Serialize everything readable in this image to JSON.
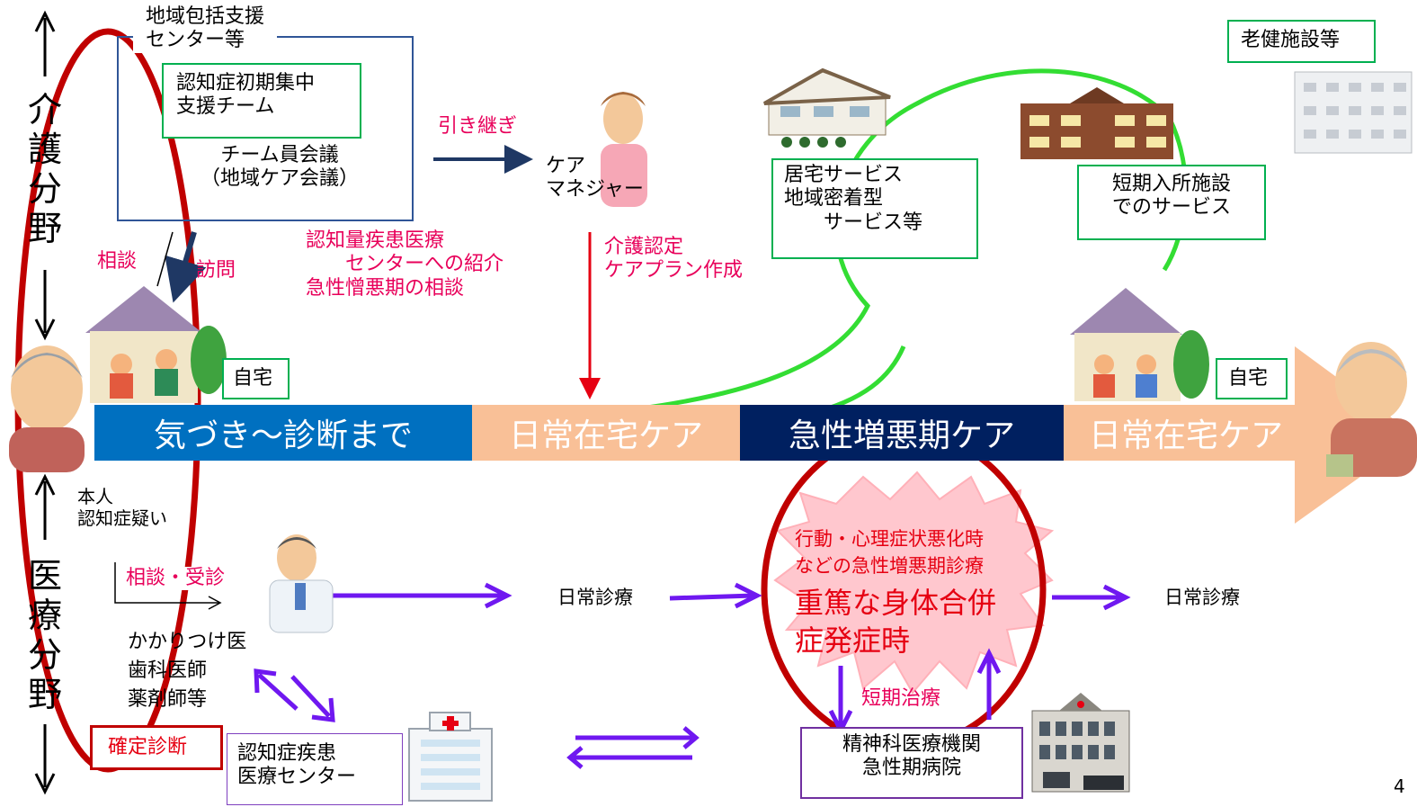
{
  "axis": {
    "top_label_chars": [
      "介",
      "護",
      "分",
      "野"
    ],
    "bottom_label_chars": [
      "医",
      "療",
      "分",
      "野"
    ]
  },
  "care": {
    "center_title": "地域包括支援\nセンター等",
    "team_title": "認知症初期集中\n支援チーム",
    "meeting": "チーム員会議\n（地域ケア会議）",
    "handover": "引き継ぎ",
    "care_manager": "ケア\nマネジャー",
    "referral": "認知量疾患医療\n　　センターへの紹介\n急性憎悪期の相談",
    "consult": "相談",
    "visit": "訪問",
    "certification": "介護認定\nケアプラン作成",
    "home_service": "居宅サービス\n地域密着型\n　　サービス等",
    "short_stay": "短期入所施設\nでのサービス",
    "elderly_facility": "老健施設等",
    "home_left": "自宅",
    "home_right": "自宅"
  },
  "timeline": [
    {
      "label": "気づき～診断まで",
      "color": "#0070c0"
    },
    {
      "label": "日常在宅ケア",
      "color": "#f9c097"
    },
    {
      "label": "急性増悪期ケア",
      "color": "#002060"
    },
    {
      "label": "日常在宅ケア",
      "color": "#f9c097"
    }
  ],
  "medical": {
    "person": "本人\n認知症疑い",
    "consult_visit": "相談・受診",
    "doctors": "かかりつけ医\n歯科医師\n薬剤師等",
    "diagnosis": "確定診断",
    "dementia_center": "認知症疾患\n医療センター",
    "daily_care_1": "日常診療",
    "acute_small": "行動・心理症状悪化時\nなどの急性増悪期診療",
    "acute_big": "重篤な身体合併\n症発症時",
    "short_treatment": "短期治療",
    "daily_care_2": "日常診療",
    "psych_hospital": "精神科医療機関\n急性期病院"
  },
  "page_number": "4",
  "colors": {
    "pink": "#e8005a",
    "green": "#00b050",
    "purple": "#6f18f0",
    "red": "#e60012",
    "navy": "#1f3864"
  }
}
